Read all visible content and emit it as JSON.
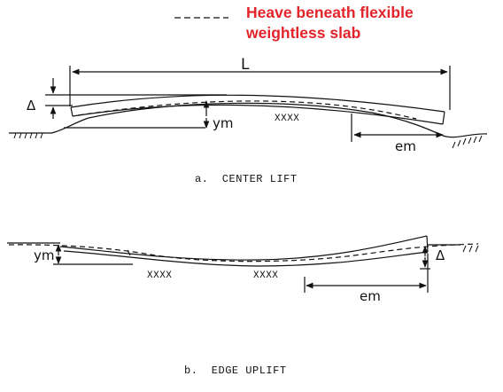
{
  "legend": {
    "line_style": "dashed",
    "line1": "Heave beneath flexible",
    "line2": "weightless slab",
    "text_color": "#e3242b"
  },
  "panel_a": {
    "caption": "a.  CENTER LIFT",
    "length_label": "L",
    "delta_label": "Δ",
    "ym_label": "ym",
    "em_label": "em",
    "x_marks": "XXXX"
  },
  "panel_b": {
    "caption": "b.  EDGE UPLIFT",
    "ym_label": "ym",
    "delta_label": "Δ",
    "em_label": "em",
    "x_marks_left": "XXXX",
    "x_marks_mid": "XXXX"
  }
}
